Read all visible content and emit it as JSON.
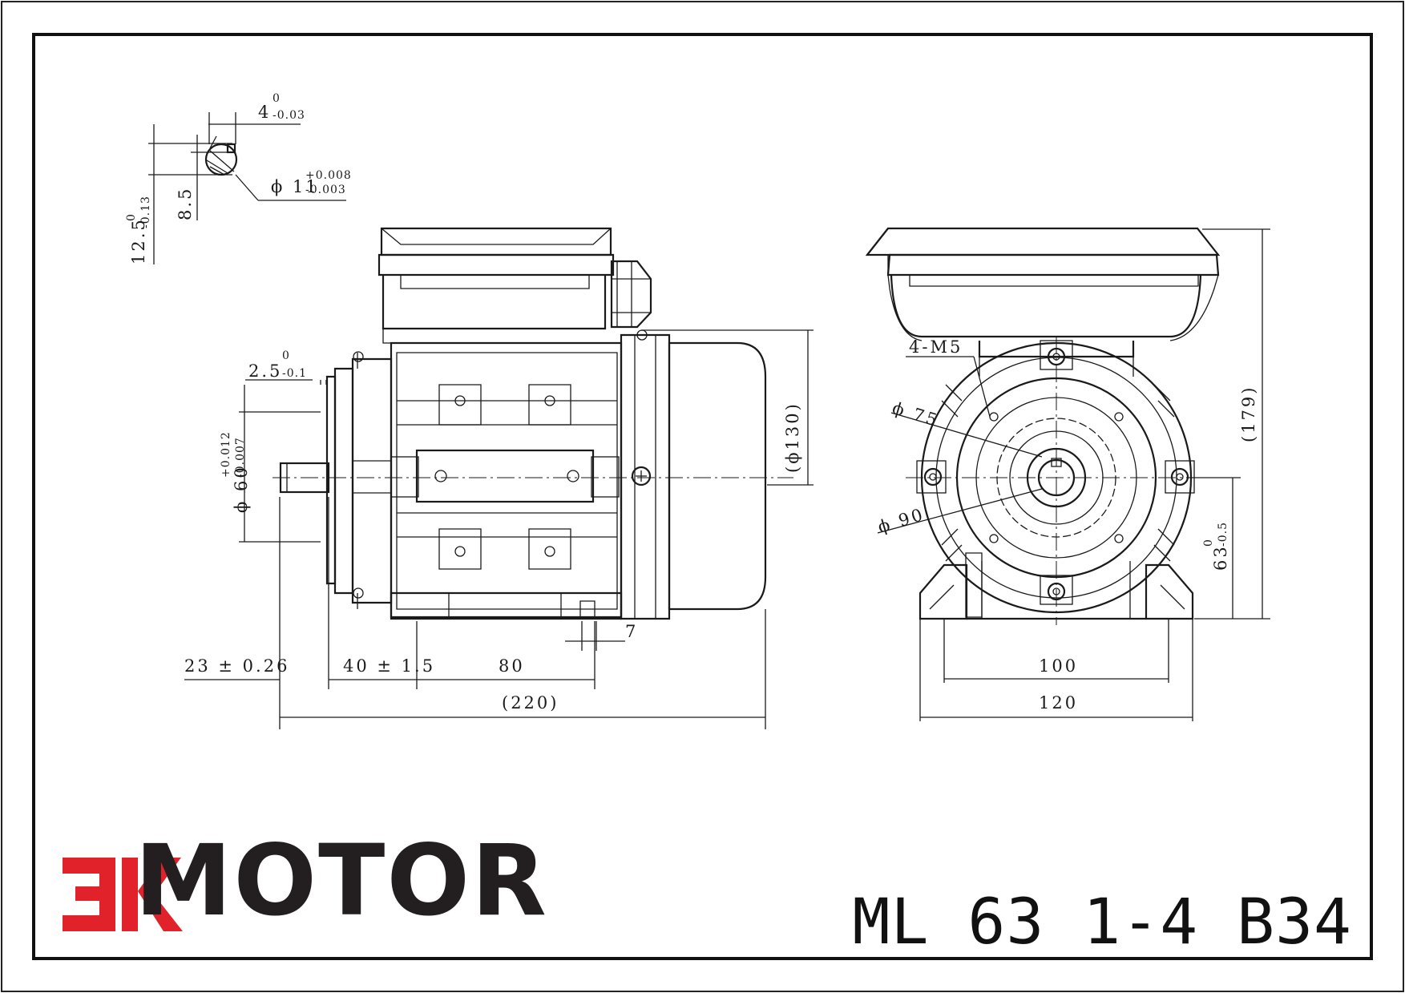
{
  "brand": {
    "logo_mark": "3K",
    "name": "MOTOR",
    "colors": {
      "mark_red": "#e2222a",
      "text_dark": "#231f20"
    }
  },
  "model": "ML 63 1-4 B34",
  "key_detail": {
    "key_width": "4",
    "key_width_tol_upper": "0",
    "key_width_tol_lower": "-0.03",
    "shaft_dia": "ϕ 11",
    "shaft_dia_tol_upper": "+0.008",
    "shaft_dia_tol_lower": "-0.003",
    "height_8_5": "8.5",
    "height_12_5": "12.5",
    "height_12_5_tol_upper": "0",
    "height_12_5_tol_lower": "-0.13"
  },
  "side_view": {
    "spigot_depth": "2.5",
    "spigot_tol_upper": "0",
    "spigot_tol_lower": "-0.1",
    "spigot_dia": "ϕ 60",
    "spigot_dia_tol_upper": "+0.012",
    "spigot_dia_tol_lower": "-0.007",
    "body_dia": "(ϕ130)",
    "shaft_length": "23 ± 0.26",
    "shaft_to_foot": "40 ± 1.5",
    "foot_holes": "80",
    "foot_slot": "7",
    "overall_length": "(220)"
  },
  "end_view": {
    "bolt_holes": "4-M5",
    "pcd": "ϕ 75",
    "flange_dia": "ϕ 90",
    "overall_height": "(179)",
    "shaft_height": "63",
    "shaft_height_tol_upper": "0",
    "shaft_height_tol_lower": "-0.5",
    "foot_holes": "100",
    "foot_width": "120"
  }
}
